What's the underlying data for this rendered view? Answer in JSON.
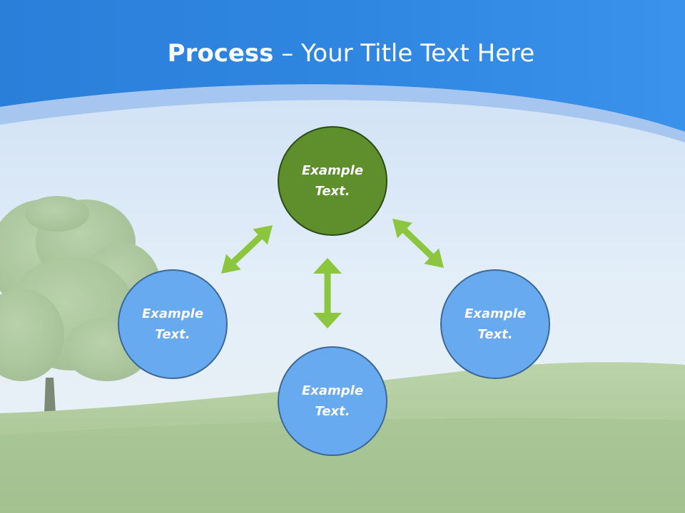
{
  "title": {
    "emphasis": "Process",
    "separator": " – ",
    "rest": "Your Title Text Here"
  },
  "nodes": [
    {
      "id": "top",
      "label": "Example Text.",
      "color": "#5f8f2c"
    },
    {
      "id": "left",
      "label": "Example Text.",
      "color": "#67aaf0"
    },
    {
      "id": "bottom",
      "label": "Example Text.",
      "color": "#67aaf0"
    },
    {
      "id": "right",
      "label": "Example Text.",
      "color": "#67aaf0"
    }
  ],
  "connectors": [
    {
      "from": "top",
      "to": "left",
      "style": "double-arrow",
      "color": "#8cc63f"
    },
    {
      "from": "top",
      "to": "bottom",
      "style": "double-arrow",
      "color": "#8cc63f"
    },
    {
      "from": "top",
      "to": "right",
      "style": "double-arrow",
      "color": "#8cc63f"
    }
  ],
  "colors": {
    "header_blue": "#2f86df",
    "sky": "#d9e9f6",
    "grass": "#a9c795",
    "arrow_green": "#8cc63f"
  }
}
